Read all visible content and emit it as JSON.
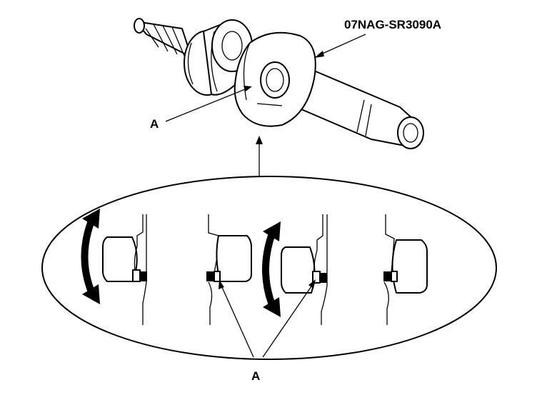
{
  "callouts": {
    "tool_number": "07NAG-SR3090A",
    "part_label_top": "A",
    "part_label_bottom": "A"
  },
  "icons": {
    "rotate_arrow": "curved-double-arrow-icon",
    "pointer_arrow": "up-arrow-icon"
  },
  "colors": {
    "line": "#000000",
    "background": "#ffffff"
  }
}
